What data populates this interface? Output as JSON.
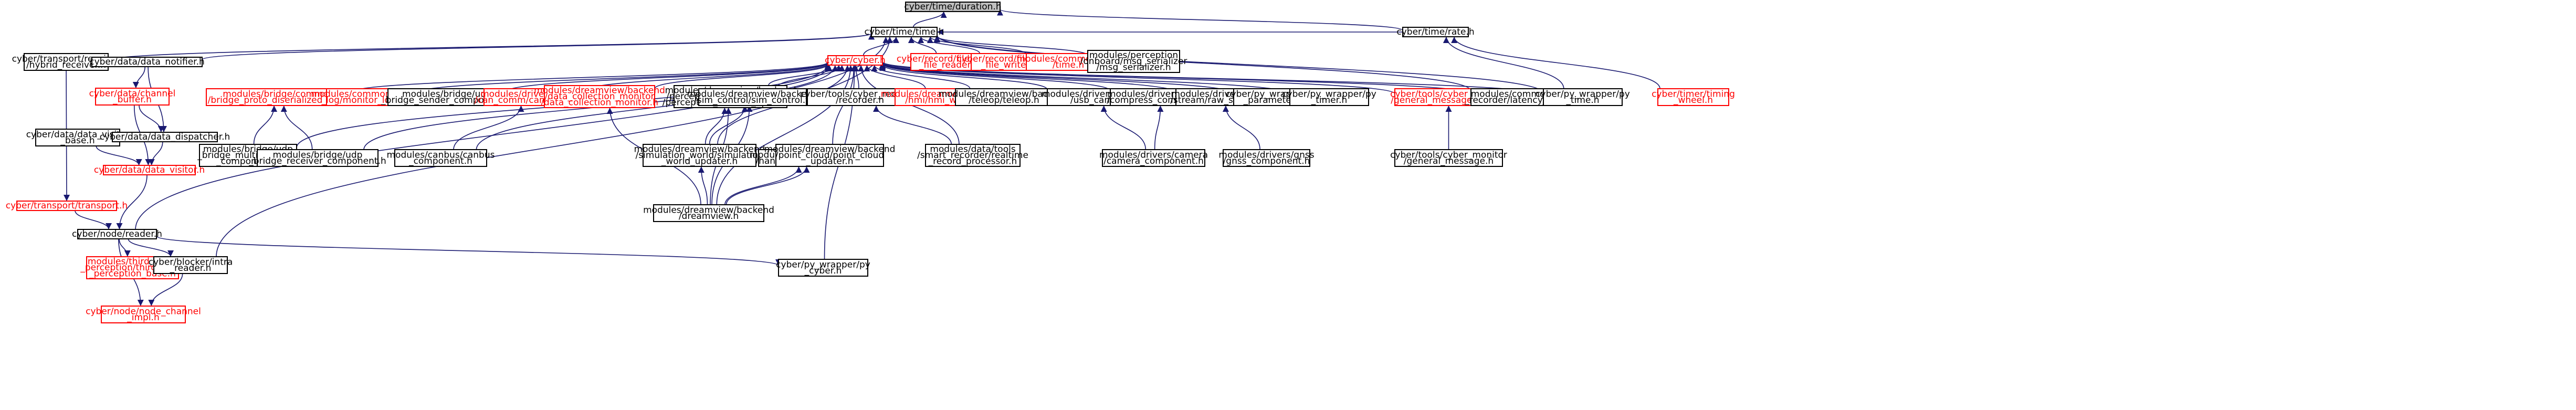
{
  "graph": {
    "nodes": [
      {
        "id": "duration",
        "lines": [
          "cyber/time/duration.h"
        ],
        "style": "gray"
      },
      {
        "id": "time",
        "lines": [
          "cyber/time/time.h"
        ],
        "style": "normal"
      },
      {
        "id": "cyber",
        "lines": [
          "cyber/cyber.h"
        ],
        "style": "red"
      },
      {
        "id": "rate",
        "lines": [
          "cyber/time/rate.h"
        ],
        "style": "normal"
      },
      {
        "id": "tc_hybrid",
        "lines": [
          "cyber/transport/receiver",
          "/hybrid_receiver.h"
        ],
        "style": "normal"
      },
      {
        "id": "data_notifier",
        "lines": [
          "cyber/data/data_notifier.h"
        ],
        "style": "normal"
      },
      {
        "id": "record_reader",
        "lines": [
          "cyber/record/file/record",
          "_file_reader.h"
        ],
        "style": "red"
      },
      {
        "id": "record_writer",
        "lines": [
          "cyber/record/file/record",
          "_file_writer.h"
        ],
        "style": "red"
      },
      {
        "id": "common_time",
        "lines": [
          "modules/common/time",
          "/time.h"
        ],
        "style": "red"
      },
      {
        "id": "msg_serializer",
        "lines": [
          "modules/perception",
          "/onboard/msg_serializer",
          "/msg_serializer.h"
        ],
        "style": "normal"
      },
      {
        "id": "channel_buffer",
        "lines": [
          "cyber/data/channel",
          "_buffer.h"
        ],
        "style": "red"
      },
      {
        "id": "data_visitor_base",
        "lines": [
          "cyber/data/data_visitor",
          "_base.h"
        ],
        "style": "normal"
      },
      {
        "id": "data_dispatcher",
        "lines": [
          "cyber/data/data_dispatcher.h"
        ],
        "style": "normal"
      },
      {
        "id": "data_visitor",
        "lines": [
          "cyber/data/data_visitor.h"
        ],
        "style": "red"
      },
      {
        "id": "transport",
        "lines": [
          "cyber/transport/transport.h"
        ],
        "style": "red"
      },
      {
        "id": "node_reader",
        "lines": [
          "cyber/node/reader.h"
        ],
        "style": "normal"
      },
      {
        "id": "third_party",
        "lines": [
          "modules/third_party",
          "_perception/third_party",
          "_perception_base.h"
        ],
        "style": "red"
      },
      {
        "id": "intra_reader",
        "lines": [
          "cyber/blocker/intra",
          "_reader.h"
        ],
        "style": "normal"
      },
      {
        "id": "node_channel_impl",
        "lines": [
          "cyber/node/node_channel",
          "_impl.h"
        ],
        "style": "red"
      },
      {
        "id": "py_cyber",
        "lines": [
          "cyber/py_wrapper/py",
          "_cyber.h"
        ],
        "style": "normal"
      },
      {
        "id": "udp_bridge",
        "lines": [
          "modules/bridge/common",
          "/bridge_proto_diserialized_buf.h"
        ],
        "style": "red"
      },
      {
        "id": "monitor_logger",
        "lines": [
          "modules/common/monitor",
          "_log/monitor_logger.h"
        ],
        "style": "red"
      },
      {
        "id": "udp_sender",
        "lines": [
          "modules/bridge/udp",
          "_bridge_sender_component.h"
        ],
        "style": "normal"
      },
      {
        "id": "canbus_receiver",
        "lines": [
          "modules/drivers/canbus",
          "/can_comm/can_receiver.h"
        ],
        "style": "red"
      },
      {
        "id": "dc_monitor",
        "lines": [
          "modules/dreamview/backend",
          "/data_collection_monitor",
          "/data_collection_monitor.h"
        ],
        "style": "red"
      },
      {
        "id": "pcu",
        "lines": [
          "modules/dreamview/backend",
          "/perception_camera_updater",
          "/perception_camera_updater.h"
        ],
        "style": "normal"
      },
      {
        "id": "sim_control",
        "lines": [
          "modules/dreamview/backend",
          "/sim_control/sim_control.h"
        ],
        "style": "normal"
      },
      {
        "id": "recorder",
        "lines": [
          "cyber/tools/cyber_recorder",
          "/recorder.h"
        ],
        "style": "normal"
      },
      {
        "id": "hmi_worker",
        "lines": [
          "modules/dreamview/backend",
          "/hmi/hmi_worker.h"
        ],
        "style": "red"
      },
      {
        "id": "teleop",
        "lines": [
          "modules/dreamview/backend",
          "/teleop/teleop.h"
        ],
        "style": "normal"
      },
      {
        "id": "usb_cam",
        "lines": [
          "modules/drivers/camera",
          "/usb_cam.h"
        ],
        "style": "normal"
      },
      {
        "id": "compress_component",
        "lines": [
          "modules/drivers/camera",
          "/compress_component.h"
        ],
        "style": "normal"
      },
      {
        "id": "raw_stream",
        "lines": [
          "modules/drivers/gnss",
          "/stream/raw_stream.h"
        ],
        "style": "normal"
      },
      {
        "id": "py_parameter",
        "lines": [
          "cyber/py_wrapper/py",
          "_parameter.h"
        ],
        "style": "normal"
      },
      {
        "id": "py_timer",
        "lines": [
          "cyber/py_wrapper/py",
          "_timer.h"
        ],
        "style": "normal"
      },
      {
        "id": "gmb",
        "lines": [
          "cyber/tools/cyber_monitor",
          "/general_message_base.h"
        ],
        "style": "red"
      },
      {
        "id": "latency_recorder",
        "lines": [
          "modules/common/latency",
          "_recorder/latency_recorder.h"
        ],
        "style": "normal"
      },
      {
        "id": "py_time",
        "lines": [
          "cyber/py_wrapper/py",
          "_time.h"
        ],
        "style": "normal"
      },
      {
        "id": "timing_wheel",
        "lines": [
          "cyber/timer/timing",
          "_wheel.h"
        ],
        "style": "red"
      },
      {
        "id": "udp_multi",
        "lines": [
          "modules/bridge/udp",
          "_bridge_multi_receiver",
          "_component.h"
        ],
        "style": "normal"
      },
      {
        "id": "udp_receiver",
        "lines": [
          "modules/bridge/udp",
          "_bridge_receiver_component.h"
        ],
        "style": "normal"
      },
      {
        "id": "canbus_component",
        "lines": [
          "modules/canbus/canbus",
          "_component.h"
        ],
        "style": "normal"
      },
      {
        "id": "sim_world",
        "lines": [
          "modules/dreamview/backend",
          "/simulation_world/simulation",
          "_world_updater.h"
        ],
        "style": "normal"
      },
      {
        "id": "image_handler",
        "lines": [
          "modules/dreamview/backend",
          "/handlers/image_handler.h"
        ],
        "style": "normal"
      },
      {
        "id": "pc_updater",
        "lines": [
          "modules/dreamview/backend",
          "/point_cloud/point_cloud",
          "_updater.h"
        ],
        "style": "normal"
      },
      {
        "id": "smart_recorder",
        "lines": [
          "modules/data/tools",
          "/smart_recorder/realtime",
          "_record_processor.h"
        ],
        "style": "normal"
      },
      {
        "id": "camera_component",
        "lines": [
          "modules/drivers/camera",
          "/camera_component.h"
        ],
        "style": "normal"
      },
      {
        "id": "gnss_component",
        "lines": [
          "modules/drivers/gnss",
          "/gnss_component.h"
        ],
        "style": "normal"
      },
      {
        "id": "general_message",
        "lines": [
          "cyber/tools/cyber_monitor",
          "/general_message.h"
        ],
        "style": "normal"
      },
      {
        "id": "dreamview",
        "lines": [
          "modules/dreamview/backend",
          "/dreamview.h"
        ],
        "style": "normal"
      }
    ],
    "edges": [
      [
        "time",
        "duration"
      ],
      [
        "rate",
        "duration"
      ],
      [
        "cyber",
        "time"
      ],
      [
        "rate",
        "time"
      ],
      [
        "tc_hybrid",
        "time"
      ],
      [
        "data_notifier",
        "time"
      ],
      [
        "record_reader",
        "time"
      ],
      [
        "record_writer",
        "time"
      ],
      [
        "common_time",
        "time"
      ],
      [
        "msg_serializer",
        "time"
      ],
      [
        "node_reader",
        "time"
      ],
      [
        "intra_reader",
        "time"
      ],
      [
        "latency_recorder",
        "time"
      ],
      [
        "py_time",
        "time"
      ],
      [
        "py_time",
        "rate"
      ],
      [
        "timing_wheel",
        "rate"
      ],
      [
        "tc_hybrid",
        "transport"
      ],
      [
        "data_notifier",
        "channel_buffer"
      ],
      [
        "data_notifier",
        "data_dispatcher"
      ],
      [
        "channel_buffer",
        "data_dispatcher"
      ],
      [
        "channel_buffer",
        "data_visitor"
      ],
      [
        "data_visitor_base",
        "data_visitor"
      ],
      [
        "data_dispatcher",
        "data_visitor"
      ],
      [
        "transport",
        "node_reader"
      ],
      [
        "data_visitor",
        "node_reader"
      ],
      [
        "node_reader",
        "third_party"
      ],
      [
        "node_reader",
        "intra_reader"
      ],
      [
        "node_reader",
        "node_channel_impl"
      ],
      [
        "node_reader",
        "py_cyber"
      ],
      [
        "intra_reader",
        "node_channel_impl"
      ],
      [
        "udp_bridge",
        "cyber"
      ],
      [
        "monitor_logger",
        "cyber"
      ],
      [
        "udp_sender",
        "cyber"
      ],
      [
        "canbus_receiver",
        "cyber"
      ],
      [
        "dc_monitor",
        "cyber"
      ],
      [
        "pcu",
        "cyber"
      ],
      [
        "sim_control",
        "cyber"
      ],
      [
        "recorder",
        "cyber"
      ],
      [
        "hmi_worker",
        "cyber"
      ],
      [
        "teleop",
        "cyber"
      ],
      [
        "usb_cam",
        "cyber"
      ],
      [
        "compress_component",
        "cyber"
      ],
      [
        "raw_stream",
        "cyber"
      ],
      [
        "py_parameter",
        "cyber"
      ],
      [
        "py_timer",
        "cyber"
      ],
      [
        "gmb",
        "cyber"
      ],
      [
        "latency_recorder",
        "cyber"
      ],
      [
        "py_time",
        "cyber"
      ],
      [
        "py_cyber",
        "cyber"
      ],
      [
        "udp_multi",
        "cyber"
      ],
      [
        "udp_receiver",
        "cyber"
      ],
      [
        "canbus_component",
        "cyber"
      ],
      [
        "sim_world",
        "cyber"
      ],
      [
        "pc_updater",
        "cyber"
      ],
      [
        "smart_recorder",
        "cyber"
      ],
      [
        "dreamview",
        "cyber"
      ],
      [
        "udp_multi",
        "udp_bridge"
      ],
      [
        "udp_receiver",
        "udp_bridge"
      ],
      [
        "canbus_component",
        "canbus_receiver"
      ],
      [
        "dreamview",
        "dc_monitor"
      ],
      [
        "sim_world",
        "pcu"
      ],
      [
        "dreamview",
        "pcu"
      ],
      [
        "sim_world",
        "sim_control"
      ],
      [
        "dreamview",
        "sim_control"
      ],
      [
        "smart_recorder",
        "recorder"
      ],
      [
        "camera_component",
        "usb_cam"
      ],
      [
        "camera_component",
        "compress_component"
      ],
      [
        "gnss_component",
        "raw_stream"
      ],
      [
        "general_message",
        "gmb"
      ],
      [
        "dreamview",
        "sim_world"
      ],
      [
        "dreamview",
        "image_handler"
      ],
      [
        "dreamview",
        "pc_updater"
      ]
    ]
  }
}
